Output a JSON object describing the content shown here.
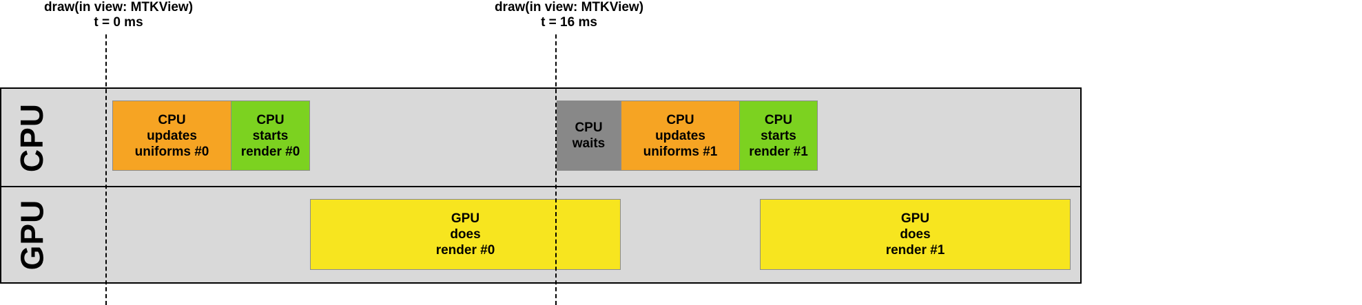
{
  "markers": [
    {
      "lines": [
        "draw(in view: MTKView)",
        "t = 0 ms"
      ]
    },
    {
      "lines": [
        "draw(in view: MTKView)",
        "t = 16 ms"
      ]
    }
  ],
  "lanes": {
    "cpu": {
      "label": "CPU"
    },
    "gpu": {
      "label": "GPU"
    }
  },
  "blocks": {
    "cpu_updates_0": {
      "lines": [
        "CPU",
        "updates",
        "uniforms #0"
      ],
      "color": "#f6a423"
    },
    "cpu_starts_0": {
      "lines": [
        "CPU",
        "starts",
        "render #0"
      ],
      "color": "#7cd220"
    },
    "cpu_waits": {
      "lines": [
        "CPU",
        "waits"
      ],
      "color": "#888888"
    },
    "cpu_updates_1": {
      "lines": [
        "CPU",
        "updates",
        "uniforms #1"
      ],
      "color": "#f6a423"
    },
    "cpu_starts_1": {
      "lines": [
        "CPU",
        "starts",
        "render #1"
      ],
      "color": "#7cd220"
    },
    "gpu_render_0": {
      "lines": [
        "GPU",
        "does",
        "render #0"
      ],
      "color": "#f7e51f"
    },
    "gpu_render_1": {
      "lines": [
        "GPU",
        "does",
        "render #1"
      ],
      "color": "#f7e51f"
    }
  }
}
